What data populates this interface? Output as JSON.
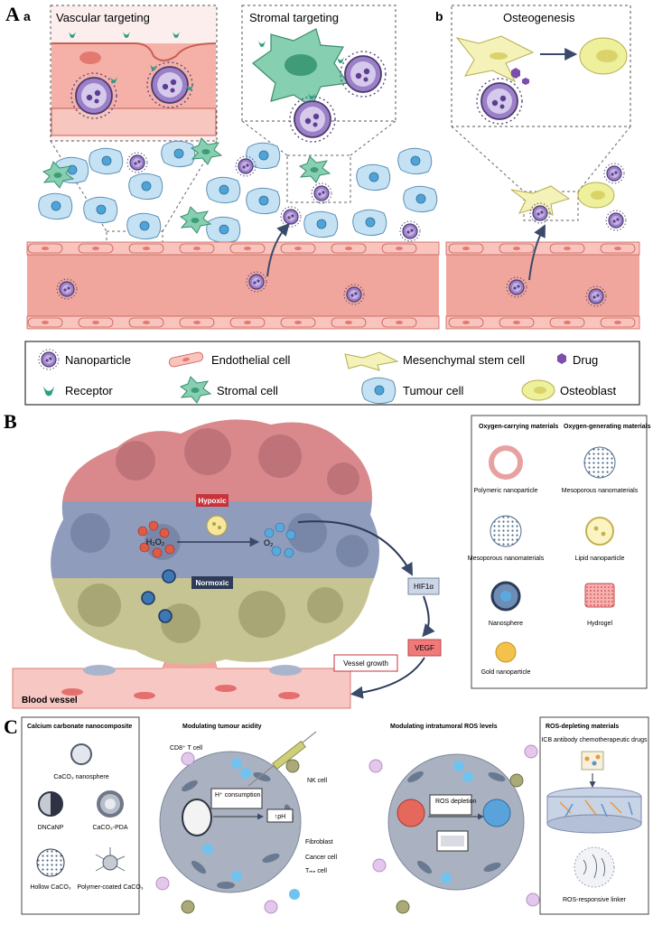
{
  "panelA": {
    "letter": "A",
    "sub_a": "a",
    "sub_b": "b",
    "inset_vascular": "Vascular targeting",
    "inset_stromal": "Stromal targeting",
    "inset_osteo": "Osteogenesis",
    "legend": {
      "nanoparticle": "Nanoparticle",
      "endothelial": "Endothelial cell",
      "mesenchymal": "Mesenchymal stem cell",
      "drug": "Drug",
      "receptor": "Receptor",
      "stromal": "Stromal cell",
      "tumour": "Tumour cell",
      "osteoblast": "Osteoblast"
    }
  },
  "panelB": {
    "letter": "B",
    "hypoxic": "Hypoxic",
    "normoxic": "Normoxic",
    "h2o2": "H₂O₂",
    "o2": "O₂",
    "hif": "HIF1α",
    "vegf": "VEGF",
    "vessel_growth": "Vessel growth",
    "blood_vessel": "Blood vessel",
    "box": {
      "col1_title": "Oxygen-carrying materials",
      "col2_title": "Oxygen-generating materials",
      "col1": [
        "Polymeric nanoparticle",
        "Mesoporous nanomaterials",
        "Nanosphere",
        "Gold nanoparticle"
      ],
      "col2": [
        "Mesoporous nanomaterials",
        "Lipid nanoparticle",
        "Hydrogel"
      ]
    }
  },
  "panelC": {
    "letter": "C",
    "calcium": {
      "title": "Calcium carbonate nanocomposite",
      "nanosphere": "CaCO₃ nanosphere",
      "dncanp": "DNCaNP",
      "pda": "CaCO₃-PDA",
      "hollow": "Hollow CaCO₃",
      "polymer": "Polymer-coated CaCO₃"
    },
    "acidity": {
      "title": "Modulating tumour acidity",
      "cd8": "CD8⁺ T cell",
      "nk": "NK cell",
      "fibroblast": "Fibroblast",
      "cancer": "Cancer cell",
      "treg": "Tₘₙ cell",
      "h_consumption": "H⁺ consumption",
      "ph": "↑pH"
    },
    "ros": {
      "title": "Modulating intratumoral ROS levels",
      "depletion": "ROS depletion"
    },
    "materials": {
      "title": "ROS-depleting materials",
      "drugs": "ICB antibody chemotherapeutic drugs",
      "linker": "ROS-responsive linker"
    }
  },
  "colors": {
    "vessel": "#f2a49a",
    "tumour": "#b9dcef",
    "stromal": "#7ec6a6",
    "receptor": "#2f9e85",
    "nanoparticle": "#8a63b5",
    "msc": "#f2f0b8",
    "osteoblast": "#ecef9b",
    "hypoxic": "#c8333a",
    "normoxic": "#2d3a58"
  }
}
